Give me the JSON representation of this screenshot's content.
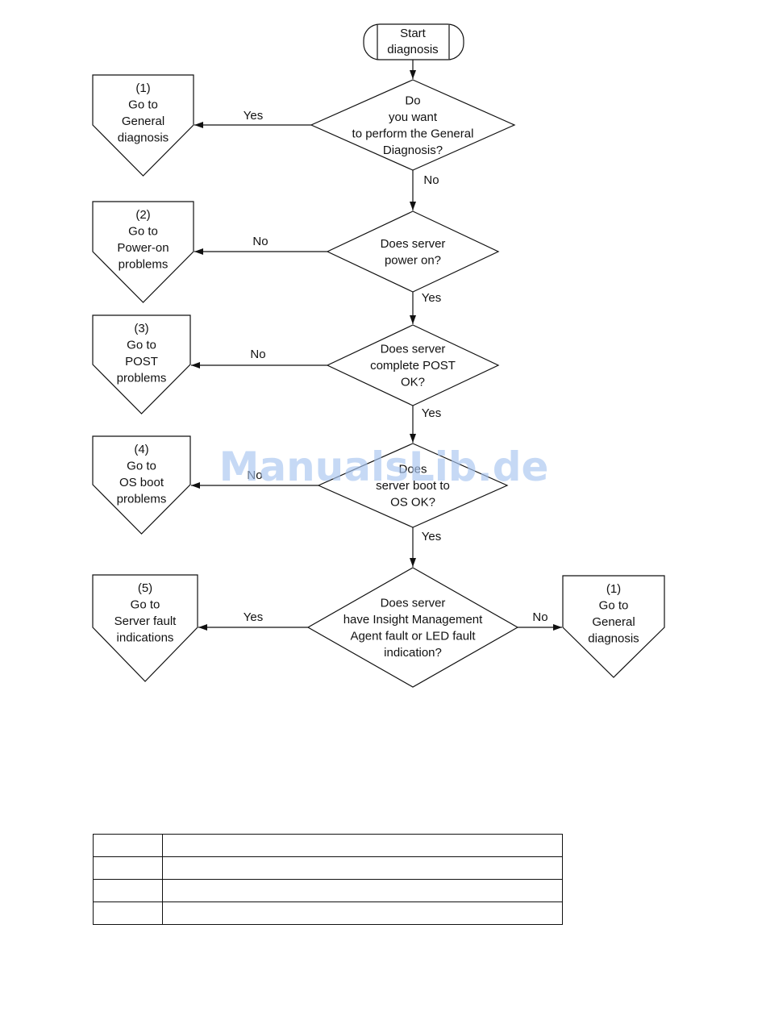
{
  "watermark": "ManualsLib.de",
  "start": {
    "lines": [
      "Start",
      "diagnosis"
    ]
  },
  "decisions": [
    {
      "id": "general",
      "lines": [
        "Do",
        "you want",
        "to perform the General",
        "Diagnosis?"
      ]
    },
    {
      "id": "power",
      "lines": [
        "Does server",
        "power on?"
      ]
    },
    {
      "id": "post",
      "lines": [
        "Does server",
        "complete POST",
        "OK?"
      ]
    },
    {
      "id": "osboot",
      "lines": [
        "Does",
        "server boot to",
        "OS OK?"
      ]
    },
    {
      "id": "fault",
      "lines": [
        "Does server",
        "have Insight Management",
        "Agent fault or LED fault",
        "indication?"
      ]
    }
  ],
  "offpages": [
    {
      "id": "op1",
      "lines": [
        "(1)",
        "Go to",
        "General",
        "diagnosis"
      ]
    },
    {
      "id": "op2",
      "lines": [
        "(2)",
        "Go to",
        "Power-on",
        "problems"
      ]
    },
    {
      "id": "op3",
      "lines": [
        "(3)",
        "Go to",
        "POST",
        "problems"
      ]
    },
    {
      "id": "op4",
      "lines": [
        "(4)",
        "Go to",
        "OS boot",
        "problems"
      ]
    },
    {
      "id": "op5",
      "lines": [
        "(5)",
        "Go to",
        "Server fault",
        "indications"
      ]
    },
    {
      "id": "op1b",
      "lines": [
        "(1)",
        "Go to",
        "General",
        "diagnosis"
      ]
    }
  ],
  "edge_labels": [
    {
      "id": "general-yes",
      "text": "Yes"
    },
    {
      "id": "general-no",
      "text": "No"
    },
    {
      "id": "power-no",
      "text": "No"
    },
    {
      "id": "power-yes",
      "text": "Yes"
    },
    {
      "id": "post-no",
      "text": "No"
    },
    {
      "id": "post-yes",
      "text": "Yes"
    },
    {
      "id": "osboot-no",
      "text": "No"
    },
    {
      "id": "osboot-yes",
      "text": "Yes"
    },
    {
      "id": "fault-yes",
      "text": "Yes"
    },
    {
      "id": "fault-no",
      "text": "No"
    }
  ],
  "table": {
    "rows": [
      [
        "",
        ""
      ],
      [
        "",
        ""
      ],
      [
        "",
        ""
      ],
      [
        "",
        ""
      ]
    ]
  }
}
